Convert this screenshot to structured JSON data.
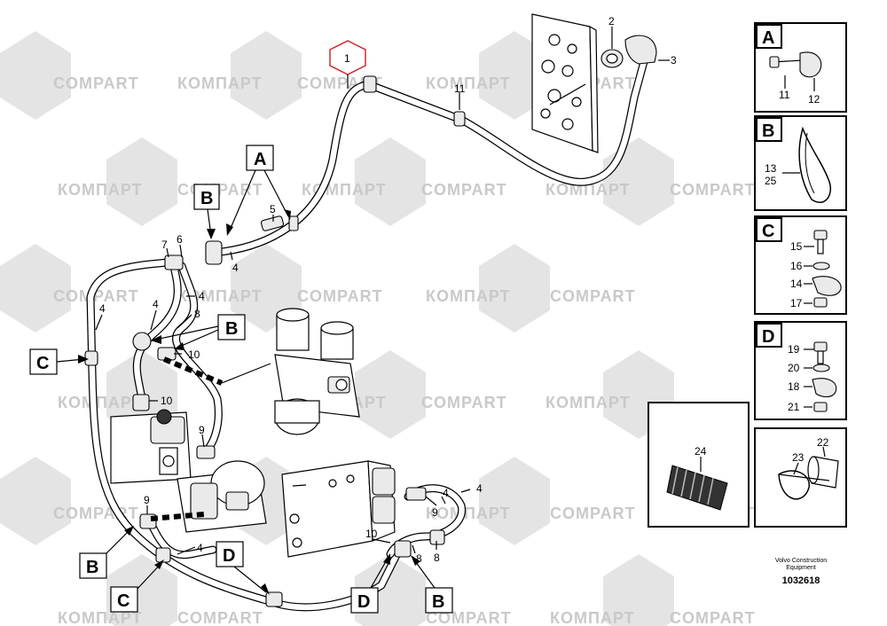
{
  "watermarks": [
    "COMPART",
    "КОМПАРТ"
  ],
  "labels": {
    "n1": "1",
    "n2": "2",
    "n3": "3",
    "n11": "11",
    "n5": "5",
    "n7": "7",
    "n6": "6",
    "n4a": "4",
    "n4b": "4",
    "n4c": "4",
    "n4d": "4",
    "n4e": "4",
    "n8a": "8",
    "n10a": "10",
    "n10b": "10",
    "n9a": "9",
    "n9b": "9",
    "n4f": "4",
    "n4g": "4",
    "n9c": "9",
    "n10c": "10",
    "n8b": "8",
    "n8c": "8"
  },
  "callouts": {
    "A": "A",
    "B1": "B",
    "B2": "B",
    "C1": "C",
    "B3": "B",
    "C2": "C",
    "D1": "D",
    "D2": "D",
    "B4": "B"
  },
  "panels": {
    "A": {
      "letter": "A",
      "items": [
        "11",
        "12"
      ]
    },
    "B": {
      "letter": "B",
      "items": [
        "13",
        "25"
      ]
    },
    "C": {
      "letter": "C",
      "items": [
        "15",
        "16",
        "14",
        "17"
      ]
    },
    "D": {
      "letter": "D",
      "items": [
        "19",
        "20",
        "18",
        "21"
      ]
    },
    "E": {
      "items": [
        "24"
      ]
    },
    "F": {
      "items": [
        "22",
        "23"
      ]
    }
  },
  "footer": {
    "line1": "Volvo Construction",
    "line2": "Equipment",
    "code": "1032618"
  },
  "colors": {
    "highlight": "#d12a2a",
    "watermark": "#c9c9c9"
  }
}
